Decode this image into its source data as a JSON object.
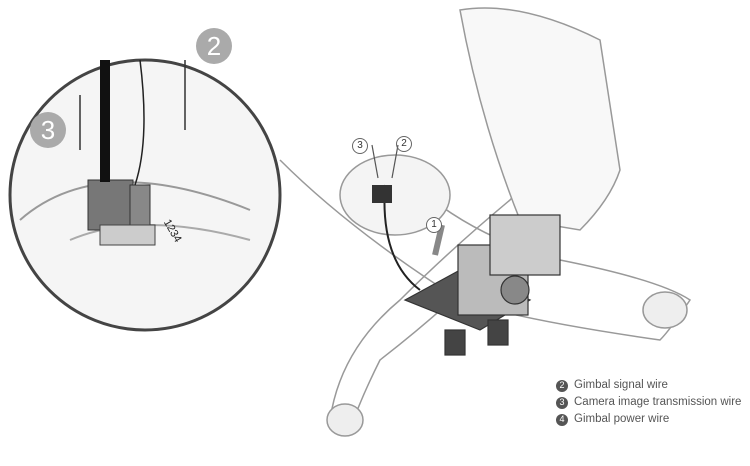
{
  "callouts": {
    "zoom_3": "3",
    "zoom_2": "2",
    "drone_3": "3",
    "drone_2": "2",
    "drone_1": "1"
  },
  "pin_labels": "1234",
  "legend": [
    {
      "num": "2",
      "label": "Gimbal signal wire"
    },
    {
      "num": "3",
      "label": "Camera image transmission wire"
    },
    {
      "num": "4",
      "label": "Gimbal power wire"
    }
  ]
}
